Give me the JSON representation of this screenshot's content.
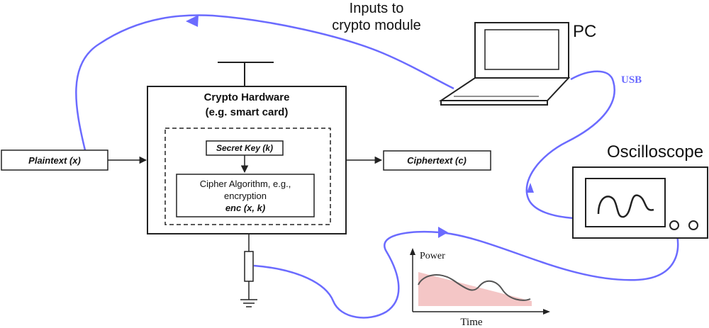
{
  "labels": {
    "inputs_line1": "Inputs to",
    "inputs_line2": "crypto module",
    "pc": "PC",
    "usb": "USB",
    "oscilloscope": "Oscilloscope",
    "crypto_title_line1": "Crypto Hardware",
    "crypto_title_line2": "(e.g. smart card)",
    "secret_key": "Secret Key (k)",
    "cipher_line1": "Cipher Algorithm, e.g.,",
    "cipher_line2": "encryption",
    "cipher_line3": "enc (x, k)",
    "plaintext": "Plaintext (x)",
    "ciphertext": "Ciphertext (c)",
    "power": "Power",
    "time": "Time"
  },
  "colors": {
    "wire": "#6b6bff",
    "outline": "#222222",
    "trace_fill": "#f4c6c6",
    "trace_line": "#555555"
  }
}
